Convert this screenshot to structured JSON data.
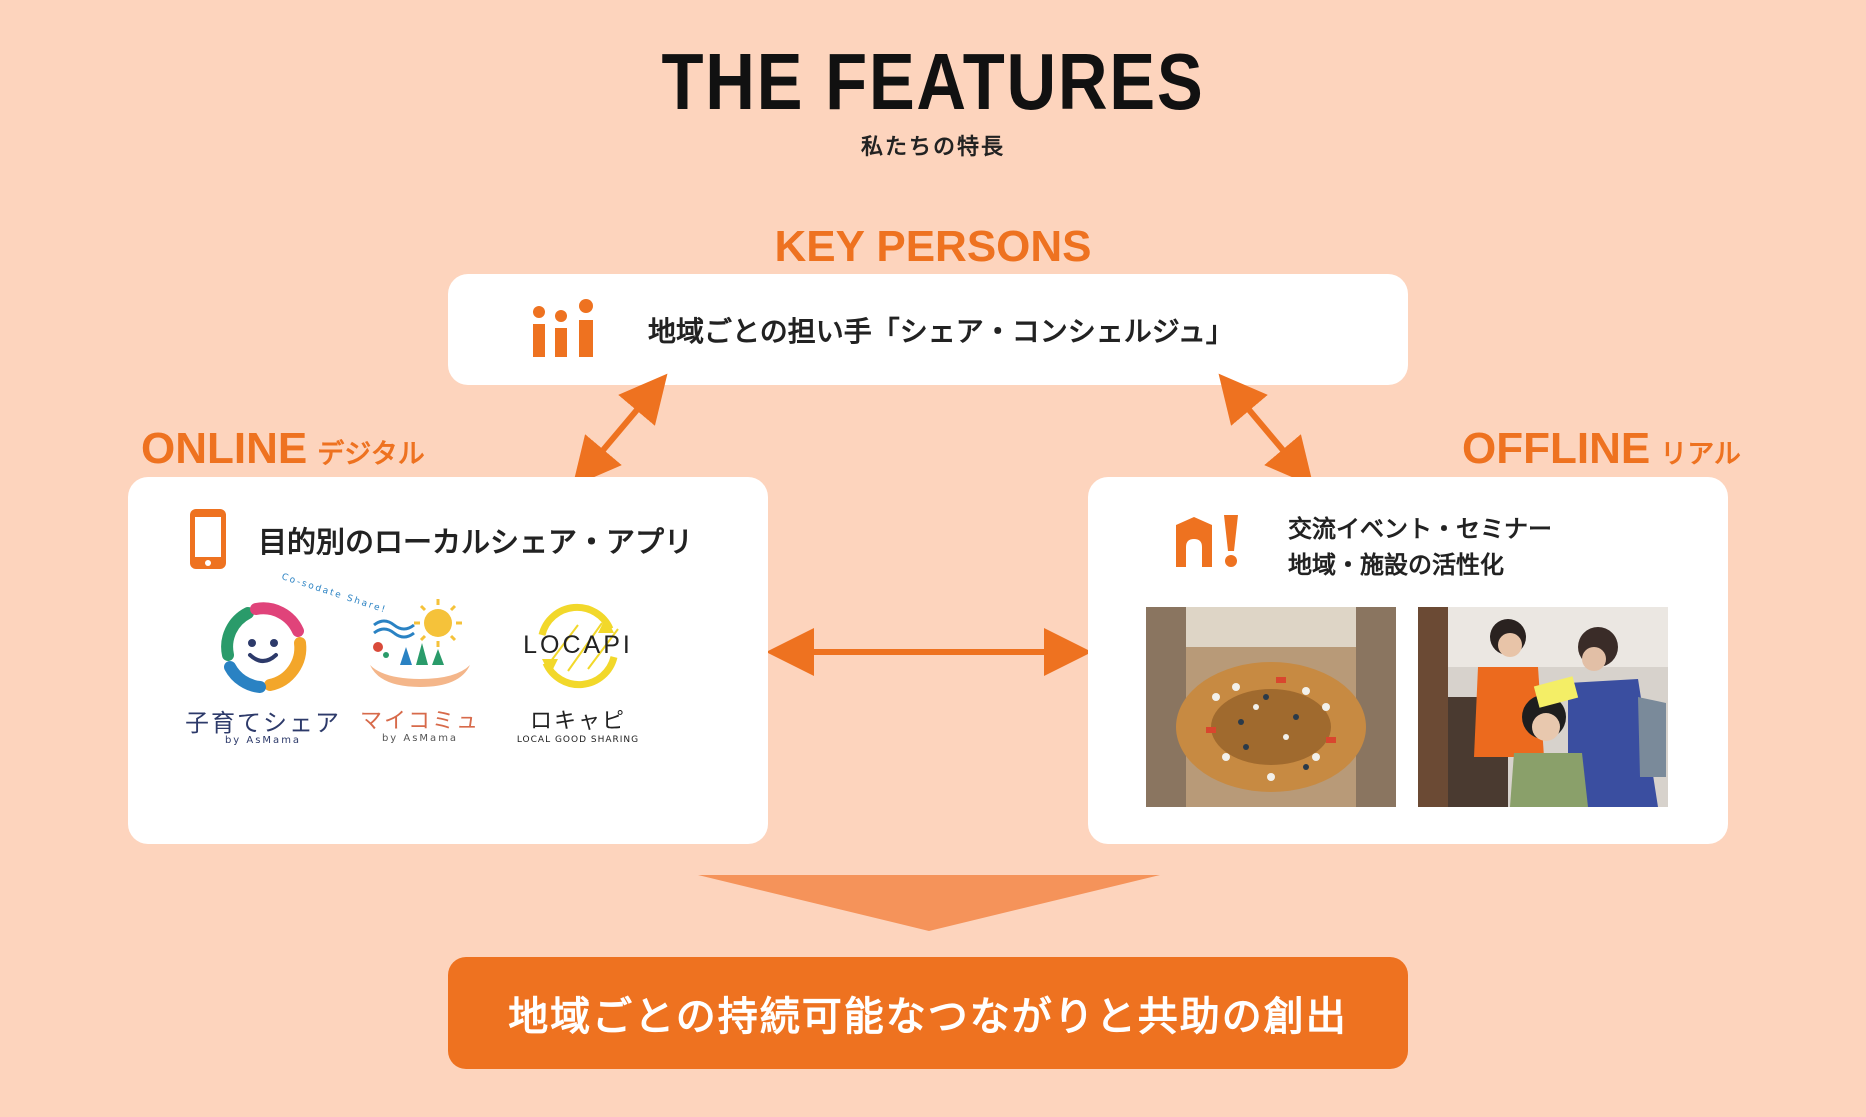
{
  "header": {
    "title": "THE FEATURES",
    "subtitle": "私たちの特長"
  },
  "key_persons": {
    "label": "KEY PERSONS",
    "text": "地域ごとの担い手「シェア・コンシェルジュ」",
    "icon": "people-icon"
  },
  "online": {
    "label": "ONLINE",
    "label_jp": "デジタル",
    "title": "目的別のローカルシェア・アプリ",
    "icon": "smartphone-icon",
    "apps": [
      {
        "name": "子育てシェア",
        "sub": "by AsMama",
        "badge": "Co-sodate Share!"
      },
      {
        "name": "マイコミュ",
        "sub": "by AsMama"
      },
      {
        "name": "ロキャピ",
        "sub": "LOCAL GOOD SHARING",
        "logo_text": "LOCAPI"
      }
    ]
  },
  "offline": {
    "label": "OFFLINE",
    "label_jp": "リアル",
    "line1": "交流イベント・セミナー",
    "line2": "地域・施設の活性化",
    "icon": "house-icon"
  },
  "result": {
    "text": "地域ごとの持続可能なつながりと共助の創出"
  },
  "colors": {
    "accent": "#ee7220",
    "background": "#fdd4bd",
    "arrow": "#f5935a"
  }
}
